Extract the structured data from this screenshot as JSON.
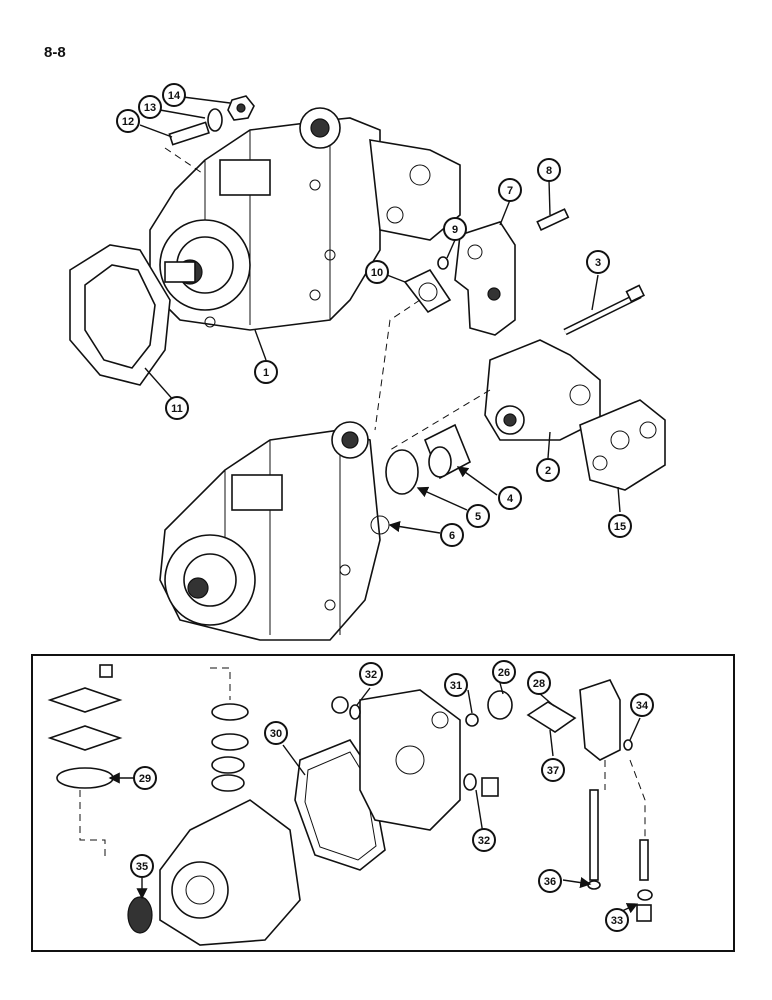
{
  "page": {
    "number": "8-8"
  },
  "callouts": {
    "c1": "1",
    "c2": "2",
    "c3": "3",
    "c4": "4",
    "c5": "5",
    "c6": "6",
    "c7": "7",
    "c8": "8",
    "c9": "9",
    "c10": "10",
    "c11": "11",
    "c12": "12",
    "c13": "13",
    "c14": "14",
    "c15": "15",
    "c26": "26",
    "c28": "28",
    "c29": "29",
    "c30": "30",
    "c31": "31",
    "c32a": "32",
    "c32b": "32",
    "c33": "33",
    "c34": "34",
    "c35": "35",
    "c36": "36",
    "c37": "37"
  }
}
